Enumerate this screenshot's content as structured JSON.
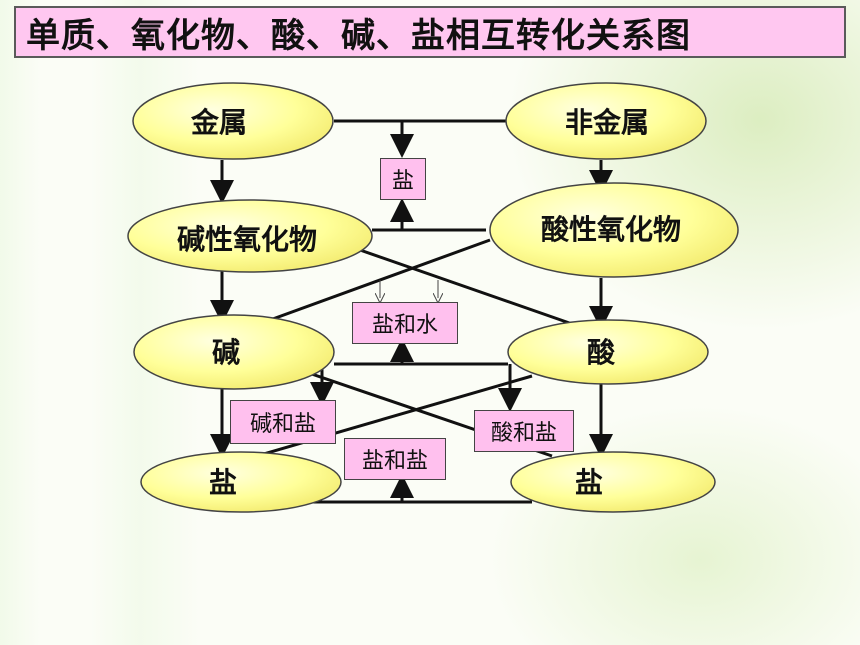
{
  "title": "单质、氧化物、酸、碱、盐相互转化关系图",
  "nodes": {
    "metal": "金属",
    "nonmetal": "非金属",
    "basic_oxide": "碱性氧化物",
    "acidic_oxide": "酸性氧化物",
    "base": "碱",
    "acid": "酸",
    "salt_left": "盐",
    "salt_right": "盐"
  },
  "products": {
    "salt_top": "盐",
    "salt_water": "盐和水",
    "base_salt": "碱和盐",
    "acid_salt": "酸和盐",
    "salt_salt": "盐和盐"
  },
  "colors": {
    "title_bg": "#ffc7f0",
    "node_fill": "#ffff99",
    "box_fill": "#ffc0ee",
    "line": "#111111"
  }
}
